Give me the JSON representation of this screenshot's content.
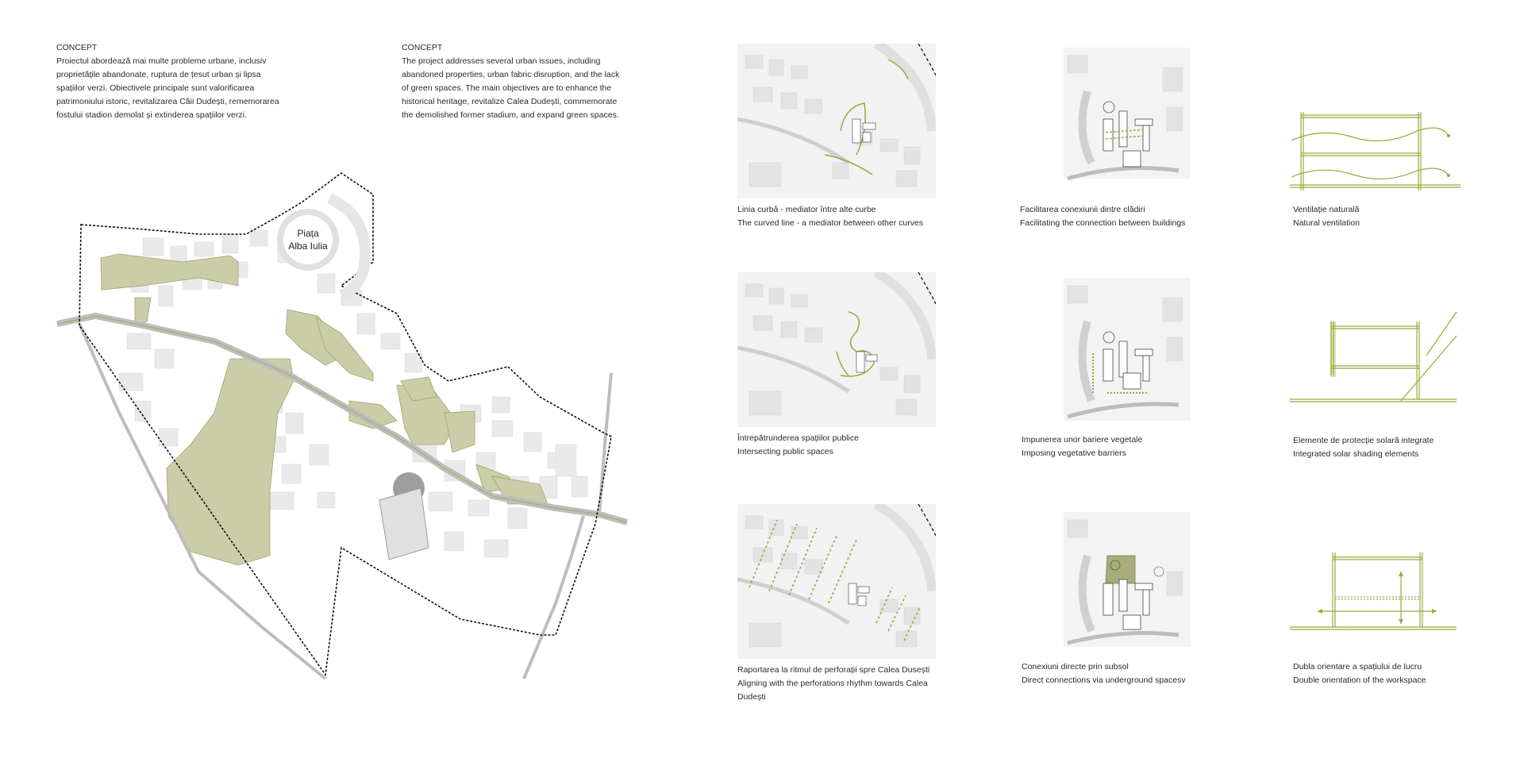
{
  "concept_ro": {
    "title": "CONCEPT",
    "body": "Proiectul abordează mai multe probleme urbane, inclusiv proprietățile abandonate, ruptura de țesut urban și lipsa spațiilor verzi. Obiectivele principale sunt valorificarea patrimoniului istoric, revitalizarea Căii Dudești, rememorarea fostului stadion demolat și extinderea spațiilor verzi."
  },
  "concept_en": {
    "title": "CONCEPT",
    "body": "The project addresses several urban issues, including abandoned properties, urban fabric disruption, and the lack of green spaces. The main objectives are to enhance the historical heritage, revitalize Calea Dudești, commemorate the demolished former stadium, and expand green spaces."
  },
  "map": {
    "label_line1": "Piața",
    "label_line2": "Alba Iulia"
  },
  "diagrams": [
    {
      "ro": "Linia curbă - mediator între alte curbe",
      "en": "The curved line - a mediator between other curves"
    },
    {
      "ro": "Facilitarea conexiunii dintre clădiri",
      "en": "Facilitating the connection between buildings"
    },
    {
      "ro": "Ventilație naturală",
      "en": "Natural ventilation"
    },
    {
      "ro": "Întrepătrunderea spațiilor publice",
      "en": "Intersecting public spaces"
    },
    {
      "ro": "Impunerea unor bariere vegetale",
      "en": "Imposing vegetative barriers"
    },
    {
      "ro": "Elemente de protecție solară integrate",
      "en": "Integrated solar shading elements"
    },
    {
      "ro": "Raportarea la ritmul de perforații spre Calea Dusești",
      "en": "Aligning with the perforations rhythm towards Calea Dudești"
    },
    {
      "ro": "Conexiuni directe prin subsol",
      "en": "Direct connections via underground spacesv"
    },
    {
      "ro": "Dubla orientare a spațiului de lucru",
      "en": "Double orientation of the workspace"
    }
  ],
  "colors": {
    "accent_green": "#9aa83a",
    "green_fill": "#c9cba4",
    "building_grey": "#e6e6e6",
    "road_grey": "#bdbdbd"
  }
}
